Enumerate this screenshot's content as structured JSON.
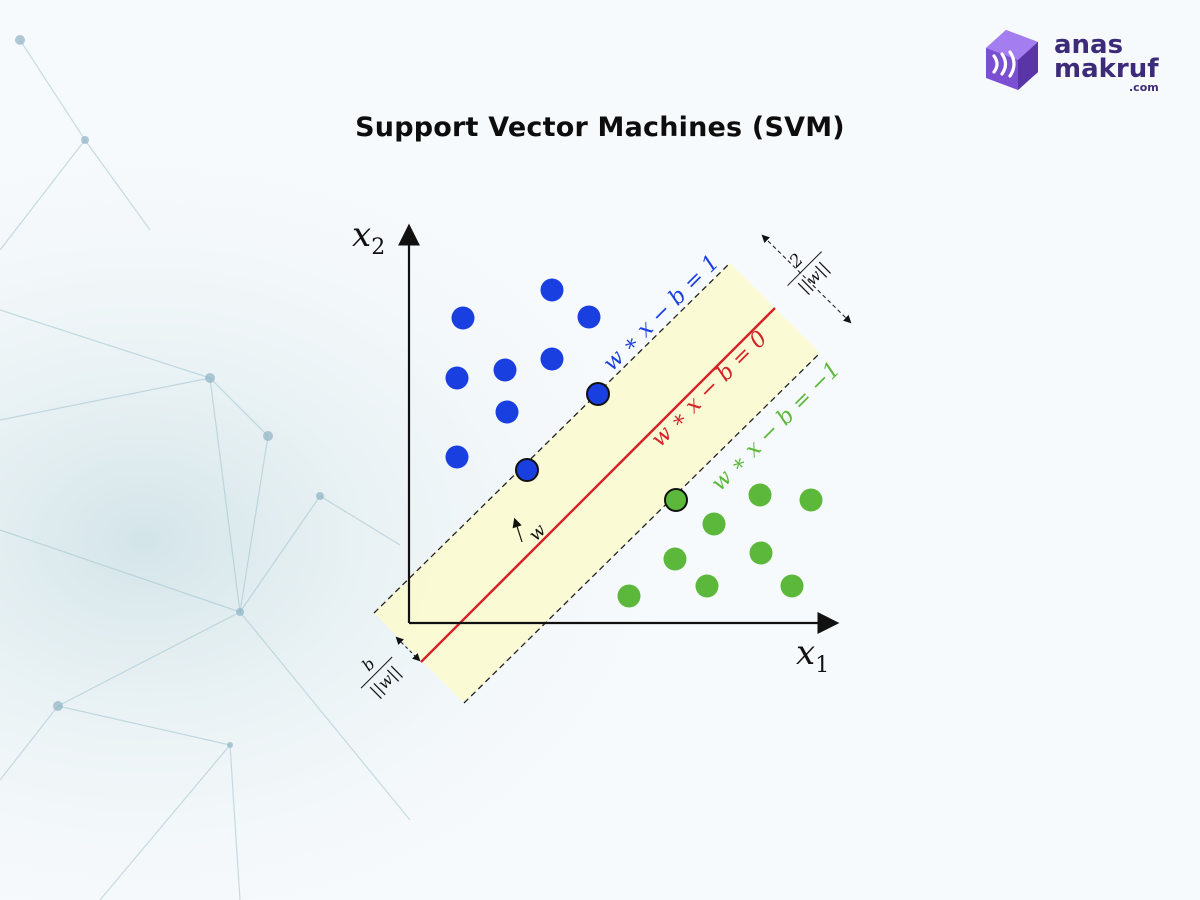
{
  "title": "Support Vector Machines (SVM)",
  "logo": {
    "line1": "anas",
    "line2": "makruf",
    "line3": ".com"
  },
  "diagram": {
    "x_axis_label": "x",
    "x_axis_sub": "1",
    "y_axis_label": "x",
    "y_axis_sub": "2",
    "line_upper": "w ∗ x − b = 1",
    "line_center": "w ∗ x − b = 0",
    "line_lower": "w ∗ x − b = −1",
    "normal_label": "w",
    "margin_numerator": "2",
    "margin_denominator": "||w||",
    "offset_numerator": "b",
    "offset_denominator": "||w||"
  },
  "colors": {
    "blue_class": "#1a3fe0",
    "green_class": "#5cb83a",
    "hyperplane": "#d42228",
    "margin_fill": "#fafad2"
  }
}
